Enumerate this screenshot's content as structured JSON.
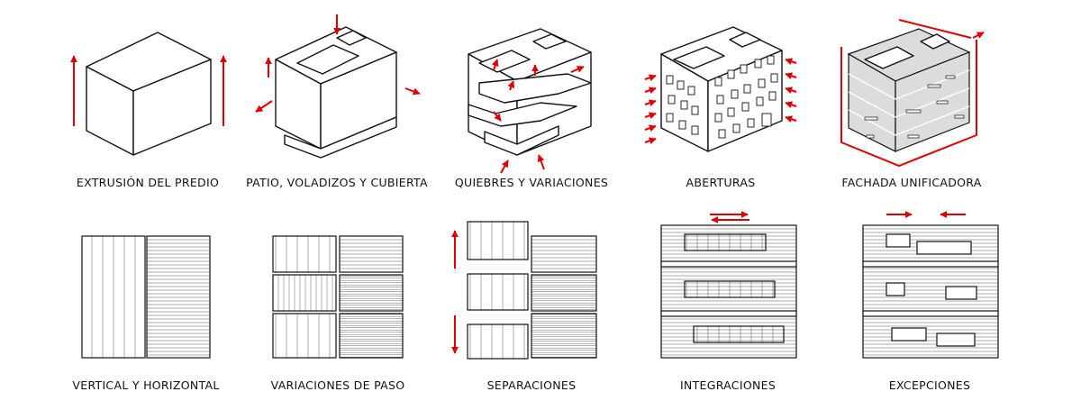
{
  "captions": {
    "extrusion": "EXTRUSIÓN DEL PREDIO",
    "patio": "PATIO, VOLADIZOS Y CUBIERTA",
    "quiebres": "QUIEBRES Y VARIACIONES",
    "aberturas": "ABERTURAS",
    "fachada": "FACHADA UNIFICADORA",
    "vertical": "VERTICAL Y HORIZONTAL",
    "paso": "VARIACIONES DE PASO",
    "separaciones": "SEPARACIONES",
    "integraciones": "INTEGRACIONES",
    "excepciones": "EXCEPCIONES"
  },
  "colors": {
    "arrow": "#e00000",
    "line": "#111111",
    "facade_fill": "#dcdcdc"
  }
}
